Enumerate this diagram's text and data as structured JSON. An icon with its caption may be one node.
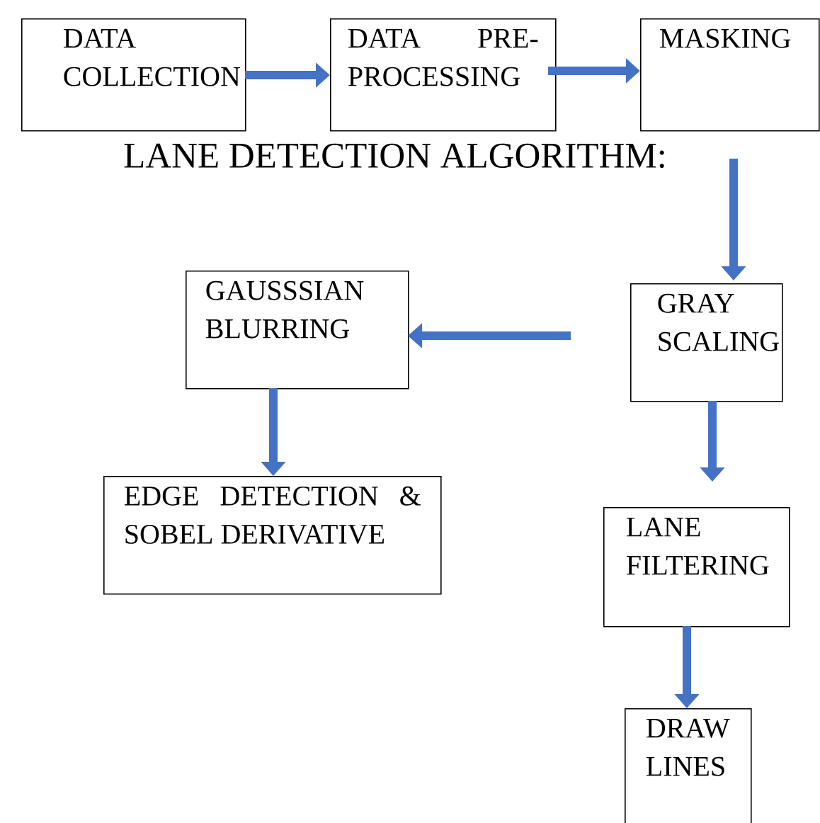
{
  "diagram": {
    "title": "LANE DETECTION ALGORITHM:",
    "nodes": [
      {
        "text": [
          "DATA COLLECTION"
        ]
      },
      {
        "text": [
          "DATA PRE- PROCESSING"
        ]
      },
      {
        "text": [
          "MASKING"
        ]
      },
      {
        "text": [
          "GRAY SCALING"
        ]
      },
      {
        "text": [
          "GAUSSSIAN BLURRING"
        ]
      },
      {
        "text": [
          "EDGE DETECTION & SOBEL DERIVATIVE"
        ]
      },
      {
        "text": [
          "LANE FILTERING"
        ]
      },
      {
        "text": [
          "DRAW LINES"
        ]
      }
    ],
    "edges": [
      {
        "from": 0,
        "to": 1,
        "arrow": "to"
      },
      {
        "from": 1,
        "to": 2,
        "arrow": "to"
      },
      {
        "from": 2,
        "to": 3,
        "arrow": "to"
      },
      {
        "from": 3,
        "to": 4,
        "arrow": "to"
      },
      {
        "from": 4,
        "to": 5,
        "arrow": "to"
      },
      {
        "from": 3,
        "to": 6,
        "arrow": "to"
      },
      {
        "from": 6,
        "to": 7,
        "arrow": "to"
      }
    ]
  }
}
